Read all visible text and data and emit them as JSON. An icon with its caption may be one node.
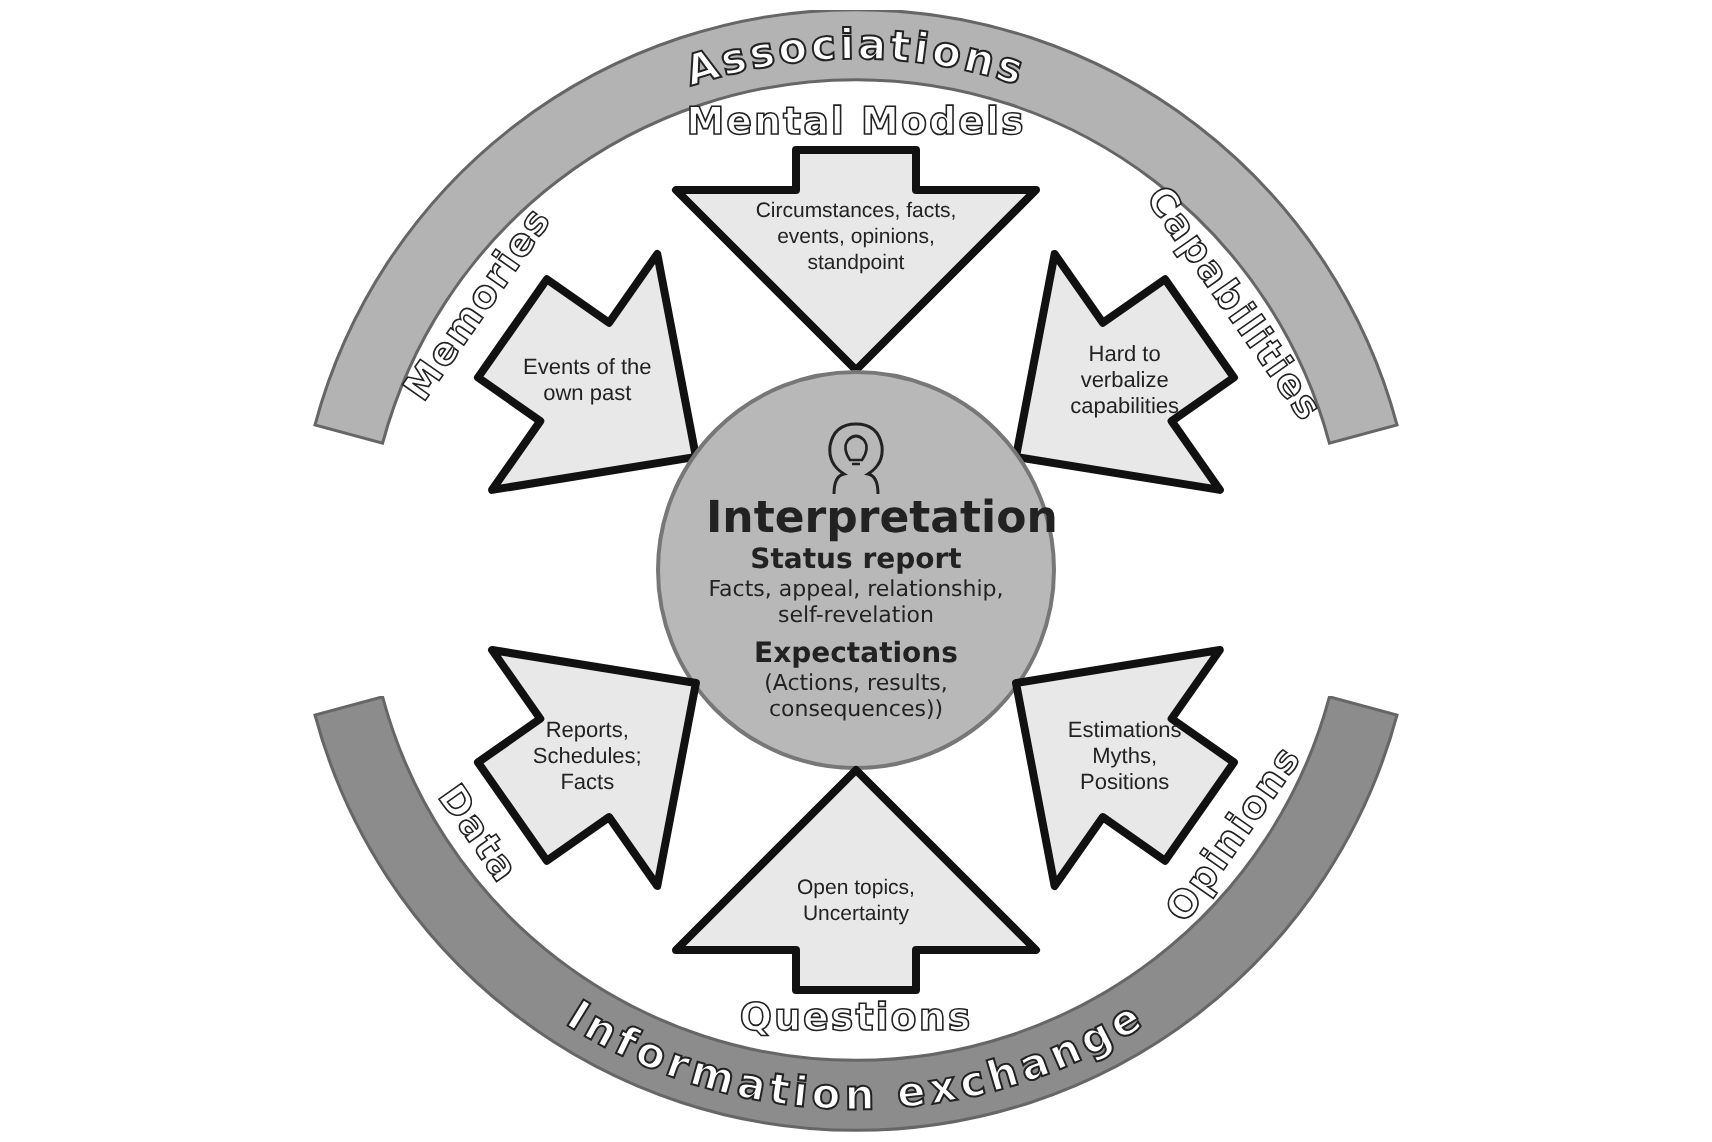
{
  "diagram": {
    "nodes": [
      {
        "text": [
          "Associations"
        ]
      },
      {
        "text": [
          "Memories",
          "Events of the own past"
        ]
      },
      {
        "text": [
          "Mental Models",
          "Circumstances, facts, events, opinions, standpoint"
        ]
      },
      {
        "text": [
          "Capabilities",
          "Hard to verbalize capabilities"
        ]
      },
      {
        "text": [
          "Interpretation",
          "Status report",
          "Facts, appeal, relationship, self-revelation",
          "Expectations",
          "(Actions, results, consequences))"
        ]
      },
      {
        "text": [
          "Data",
          "Reports, Schedules; Facts"
        ]
      },
      {
        "text": [
          "Open topics, Uncertainty",
          "Questions"
        ]
      },
      {
        "text": [
          "Opinions",
          "Estimations Myths, Positions"
        ]
      },
      {
        "text": [
          "Information exchange"
        ]
      }
    ]
  }
}
